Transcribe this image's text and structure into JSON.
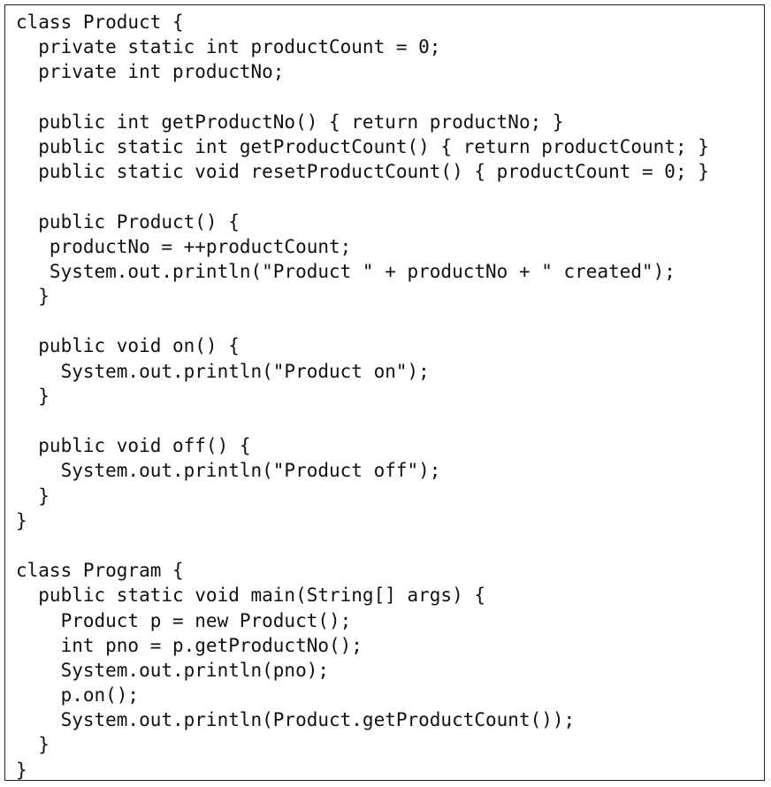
{
  "code": {
    "lines": [
      "class Product {",
      "  private static int productCount = 0;",
      "  private int productNo;",
      "",
      "  public int getProductNo() { return productNo; }",
      "  public static int getProductCount() { return productCount; }",
      "  public static void resetProductCount() { productCount = 0; }",
      "",
      "  public Product() {",
      "   productNo = ++productCount;",
      "   System.out.println(\"Product \" + productNo + \" created\");",
      "  }",
      "",
      "  public void on() {",
      "    System.out.println(\"Product on\");",
      "  }",
      "",
      "  public void off() {",
      "    System.out.println(\"Product off\");",
      "  }",
      "}",
      "",
      "class Program {",
      "  public static void main(String[] args) {",
      "    Product p = new Product();",
      "    int pno = p.getProductNo();",
      "    System.out.println(pno);",
      "    p.on();",
      "    System.out.println(Product.getProductCount());",
      "  }",
      "}"
    ]
  }
}
